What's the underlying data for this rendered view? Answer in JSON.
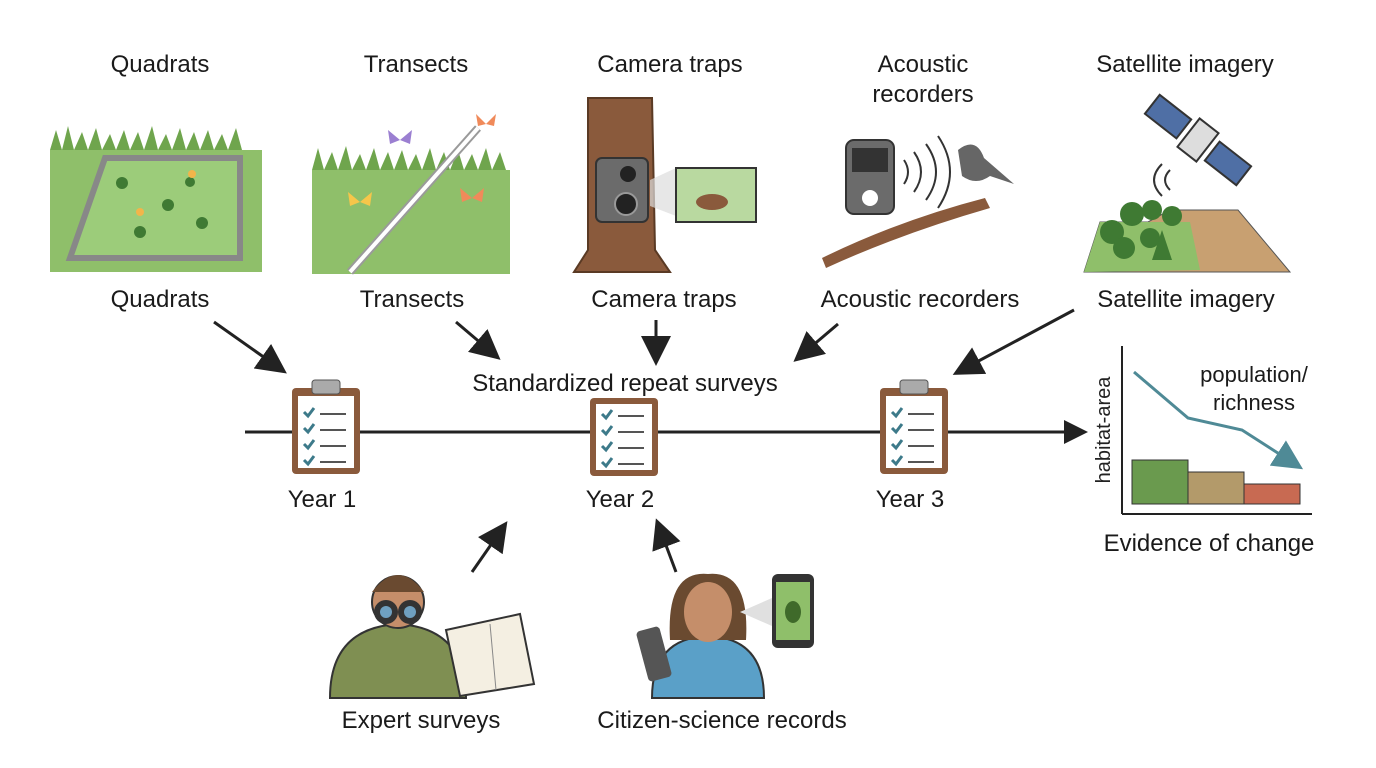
{
  "methods": [
    {
      "id": "quadrats",
      "title": "Quadrats",
      "label": "Quadrats"
    },
    {
      "id": "transects",
      "title": "Transects",
      "label": "Transects"
    },
    {
      "id": "camera",
      "title": "Camera traps",
      "label": "Camera traps"
    },
    {
      "id": "acoustic",
      "title": "Acoustic\nrecorders",
      "label": "Acoustic recorders"
    },
    {
      "id": "satellite",
      "title": "Satellite imagery",
      "label": "Satellite imagery"
    }
  ],
  "timeline": {
    "caption": "Standardized repeat surveys",
    "years": [
      "Year 1",
      "Year 2",
      "Year 3"
    ]
  },
  "sources": {
    "expert": "Expert surveys",
    "citizen": "Citizen-science records"
  },
  "evidence": {
    "title": "Evidence of change",
    "yaxis": "habitat-area",
    "line_label": "population/\nrichness"
  },
  "colors": {
    "grass": "#8fbf6a",
    "bark": "#8a5a3c",
    "arrow": "#222222",
    "trend": "#4f8a96"
  }
}
